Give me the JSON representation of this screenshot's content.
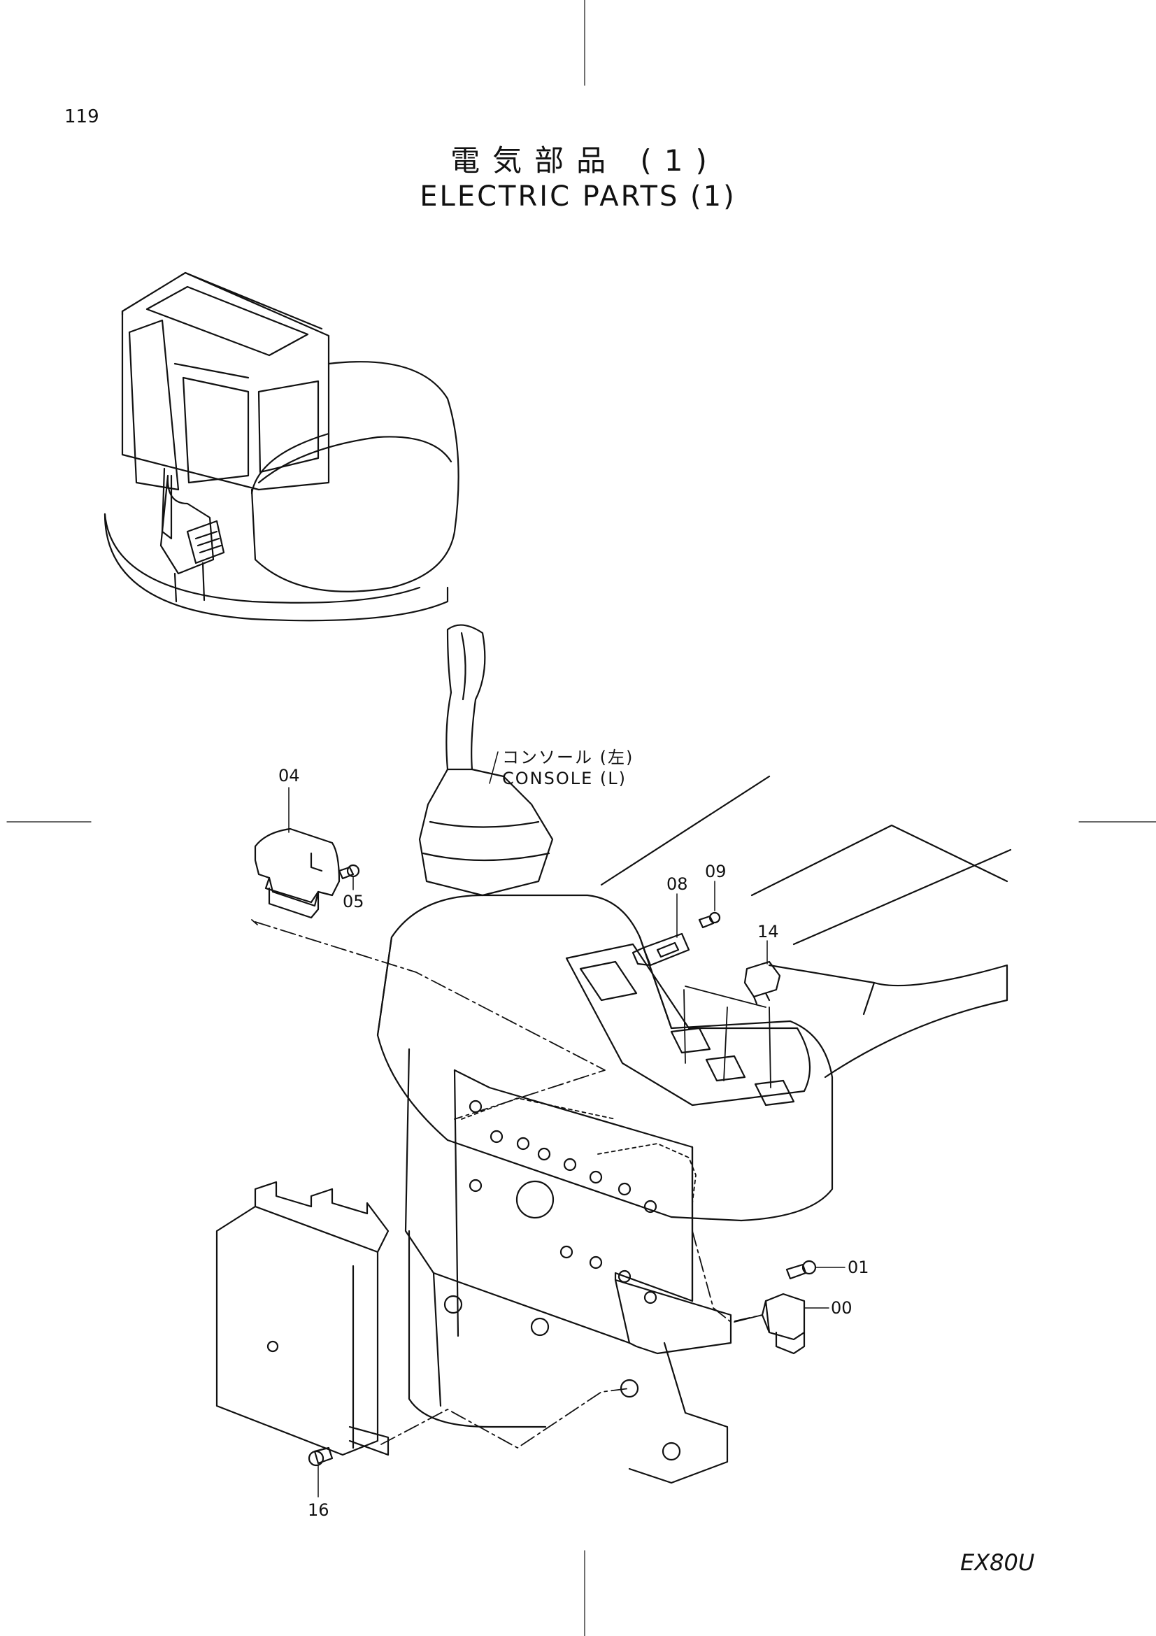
{
  "page": {
    "number": "119",
    "title_jp": "電気部品 (1)",
    "title_en": "ELECTRIC PARTS (1)",
    "model": "EX80U"
  },
  "console_label": {
    "jp": "コンソール (左)",
    "en": "CONSOLE (L)"
  },
  "callouts": [
    {
      "id": "04",
      "label": "04"
    },
    {
      "id": "05",
      "label": "05"
    },
    {
      "id": "08",
      "label": "08"
    },
    {
      "id": "09",
      "label": "09"
    },
    {
      "id": "14",
      "label": "14"
    },
    {
      "id": "01",
      "label": "01"
    },
    {
      "id": "00",
      "label": "00"
    },
    {
      "id": "16",
      "label": "16"
    }
  ]
}
